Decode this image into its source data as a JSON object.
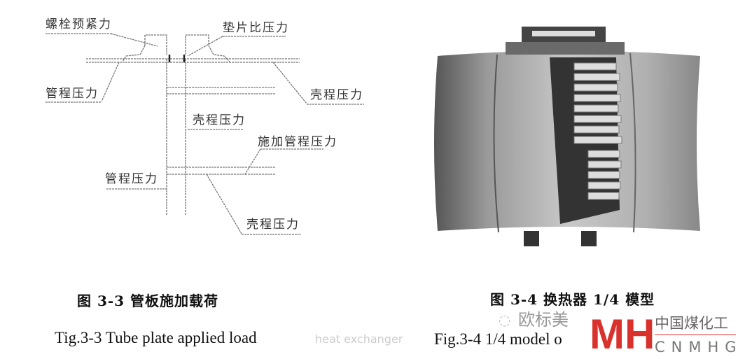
{
  "left_figure": {
    "labels": {
      "bolt_preload": "螺栓预紧力",
      "gasket_pressure": "垫片比压力",
      "tube_pressure_1": "管程压力",
      "shell_pressure_1": "壳程压力",
      "shell_pressure_2": "壳程压力",
      "applied_tube_pressure": "施加管程压力",
      "tube_pressure_2": "管程压力",
      "shell_pressure_3": "壳程压力"
    },
    "caption_cn": "图 3-3 管板施加载荷",
    "caption_en": "Tig.3-3 Tube plate applied load"
  },
  "right_figure": {
    "caption_cn": "图 3-4 换热器 1/4 模型",
    "caption_en": "Fig.3-4 1/4 model o"
  },
  "watermark": {
    "account": "欧标美",
    "logo": "MH",
    "org_cn": "中国煤化工",
    "org_en": "CNMHG",
    "faint_text": "heat exchanger"
  }
}
